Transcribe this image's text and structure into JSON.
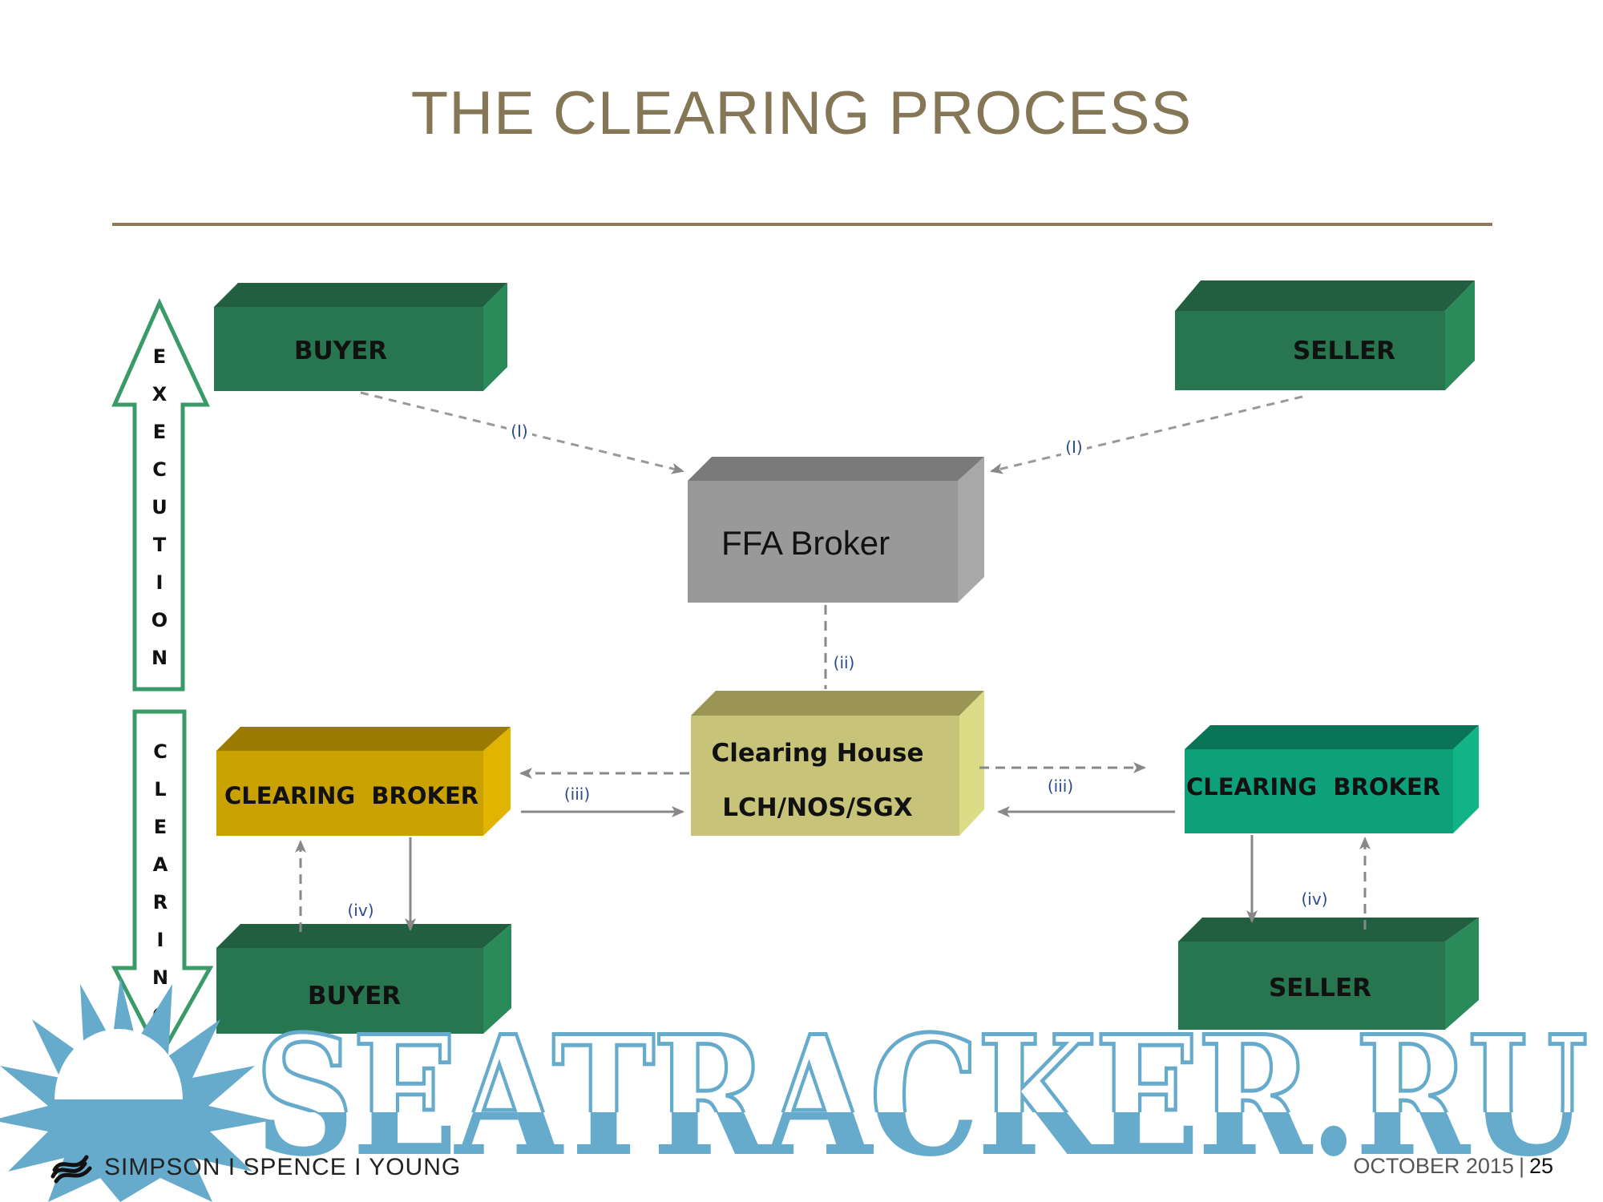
{
  "slide": {
    "title": "THE CLEARING PROCESS",
    "colors": {
      "title": "#857655",
      "divider": "#8a7a5a",
      "green_box": "#287650",
      "ffa_box": "#999999",
      "clearing_house_box": "#c7c47a",
      "left_clearing_broker": "#c9a200",
      "right_clearing_broker": "#0ea07a",
      "side_arrow_outline": "#3a9a68",
      "watermark": "#66aacc"
    }
  },
  "side_arrows": {
    "execution": {
      "label": "EXECUTION",
      "direction": "up"
    },
    "clearing": {
      "label": "CLEARING",
      "direction": "down"
    }
  },
  "boxes": {
    "buyer_top": "BUYER",
    "seller_top": "SELLER",
    "ffa_broker": "FFA Broker",
    "clearing_house_line1": "Clearing House",
    "clearing_house_line2": "LCH/NOS/SGX",
    "clearing_broker_left": "CLEARING  BROKER",
    "clearing_broker_right": "CLEARING  BROKER",
    "buyer_bottom": "BUYER",
    "seller_bottom": "SELLER"
  },
  "steps": {
    "step_i_left": "(I)",
    "step_i_right": "(I)",
    "step_ii": "(ii)",
    "step_iii_left": "(iii)",
    "step_iii_right": "(iii)",
    "step_iv_left": "(iv)",
    "step_iv_right": "(iv)"
  },
  "watermark": {
    "text": "SEATRACKER.RU",
    "icon": "sun-icon"
  },
  "footer": {
    "company": "SIMPSON I SPENCE I YOUNG",
    "logo_icon": "ssy-knot-logo-icon",
    "date": "OCTOBER 2015",
    "separator": "|",
    "page_number": "25"
  }
}
